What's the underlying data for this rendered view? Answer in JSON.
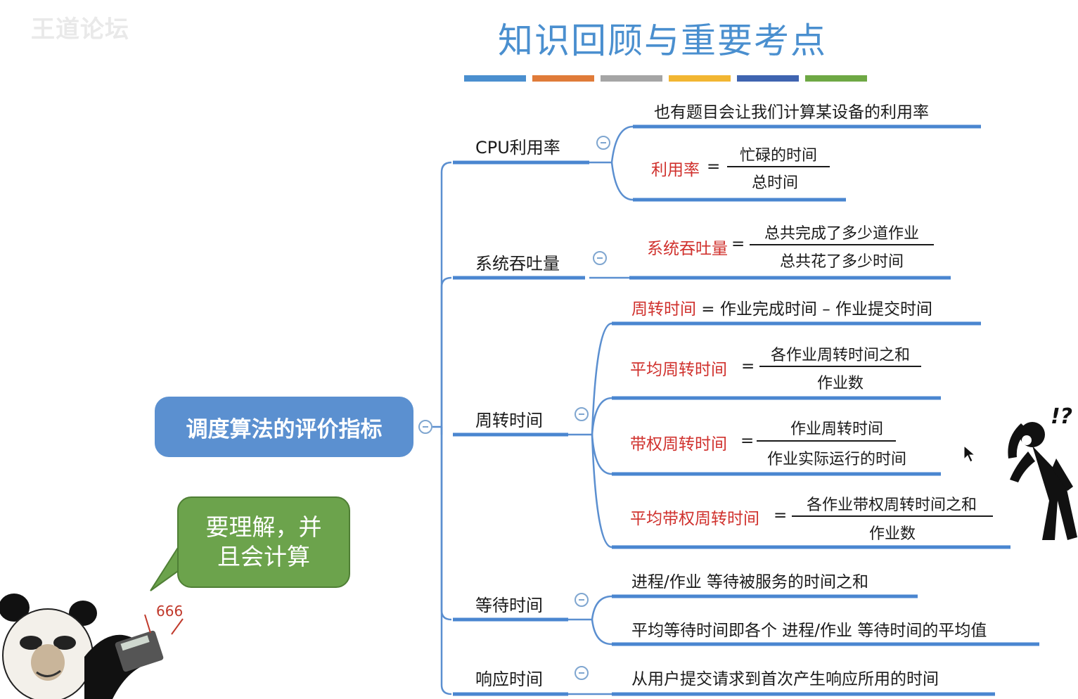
{
  "watermark": "王道论坛",
  "title": "知识回顾与重要考点",
  "color_strip": [
    "#4a8fcf",
    "#e07b39",
    "#a5a5a5",
    "#f2b632",
    "#3f64b0",
    "#6ea844"
  ],
  "root": {
    "label": "调度算法的评价指标"
  },
  "speech_bubble": {
    "line1": "要理解，并",
    "line2": "且会计算"
  },
  "meme_calc_text": "666",
  "branches": {
    "cpu": {
      "label": "CPU利用率",
      "note": "也有题目会让我们计算某设备的利用率",
      "formula": {
        "name": "利用率",
        "eq": "=",
        "numerator": "忙碌的时间",
        "denominator": "总时间"
      }
    },
    "throughput": {
      "label": "系统吞吐量",
      "formula": {
        "name": "系统吞吐量",
        "eq": "=",
        "numerator": "总共完成了多少道作业",
        "denominator": "总共花了多少时间"
      }
    },
    "turnaround": {
      "label": "周转时间",
      "f1": {
        "name": "周转时间",
        "rest": " = 作业完成时间 – 作业提交时间"
      },
      "f2": {
        "name": "平均周转时间",
        "eq": "=",
        "numerator": "各作业周转时间之和",
        "denominator": "作业数"
      },
      "f3": {
        "name": "带权周转时间",
        "eq": "=",
        "numerator": "作业周转时间",
        "denominator": "作业实际运行的时间"
      },
      "f4": {
        "name": "平均带权周转时间",
        "eq": "=",
        "numerator": "各作业带权周转时间之和",
        "denominator": "作业数"
      }
    },
    "waiting": {
      "label": "等待时间",
      "l1": "进程/作业 等待被服务的时间之和",
      "l2": "平均等待时间即各个 进程/作业 等待时间的平均值"
    },
    "response": {
      "label": "响应时间",
      "l1": "从用户提交请求到首次产生响应所用的时间"
    }
  }
}
